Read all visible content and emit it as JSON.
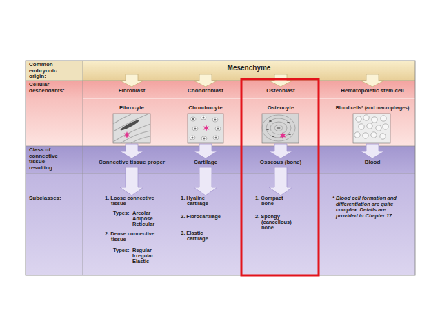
{
  "diagram": {
    "nodes": [
      {
        "text": [
          "Common embryonic origin:"
        ]
      },
      {
        "text": [
          "Mesenchyme"
        ]
      },
      {
        "text": [
          "Cellular descendants:"
        ]
      },
      {
        "text": [
          "Fibroblast"
        ]
      },
      {
        "text": [
          "Chondroblast"
        ]
      },
      {
        "text": [
          "Osteoblast"
        ]
      },
      {
        "text": [
          "Hematopoietic stem cell"
        ]
      },
      {
        "text": [
          "Fibrocyte"
        ]
      },
      {
        "text": [
          "Chondrocyte"
        ]
      },
      {
        "text": [
          "Osteocyte"
        ]
      },
      {
        "text": [
          "Blood cells* (and macrophages)"
        ]
      },
      {
        "text": [
          "Class of connective tissue resulting:"
        ]
      },
      {
        "text": [
          "Connective tissue proper"
        ]
      },
      {
        "text": [
          "Cartilage"
        ]
      },
      {
        "text": [
          "Osseous (bone)"
        ]
      },
      {
        "text": [
          "Blood"
        ]
      },
      {
        "text": [
          "Subclasses:"
        ]
      },
      {
        "text": [
          "1. Loose connective tissue",
          "Types:",
          "Areolar Adipose Reticular",
          "2. Dense connective tissue",
          "Types:",
          "Regular Irregular Elastic"
        ]
      },
      {
        "text": [
          "1. Hyaline cartilage",
          "2. Fibrocartilage",
          "3. Elastic cartilage"
        ]
      },
      {
        "text": [
          "1. Compact bone",
          "2. Spongy (cancellous) bone"
        ]
      }
    ],
    "edges": [
      {
        "from": 1,
        "to": 3,
        "arrow": "to"
      },
      {
        "from": 1,
        "to": 4,
        "arrow": "to"
      },
      {
        "from": 1,
        "to": 5,
        "arrow": "to"
      },
      {
        "from": 1,
        "to": 6,
        "arrow": "to"
      },
      {
        "from": 7,
        "to": 12,
        "arrow": "to"
      },
      {
        "from": 8,
        "to": 13,
        "arrow": "to"
      },
      {
        "from": 9,
        "to": 14,
        "arrow": "to"
      },
      {
        "from": 10,
        "to": 15,
        "arrow": "to"
      },
      {
        "from": 12,
        "to": 17,
        "arrow": "to"
      },
      {
        "from": 13,
        "to": 18,
        "arrow": "to"
      },
      {
        "from": 14,
        "to": 19,
        "arrow": "to"
      }
    ],
    "labels": [
      "* Blood cell formation and differentiation are quite complex. Details are provided in Chapter 17."
    ]
  }
}
